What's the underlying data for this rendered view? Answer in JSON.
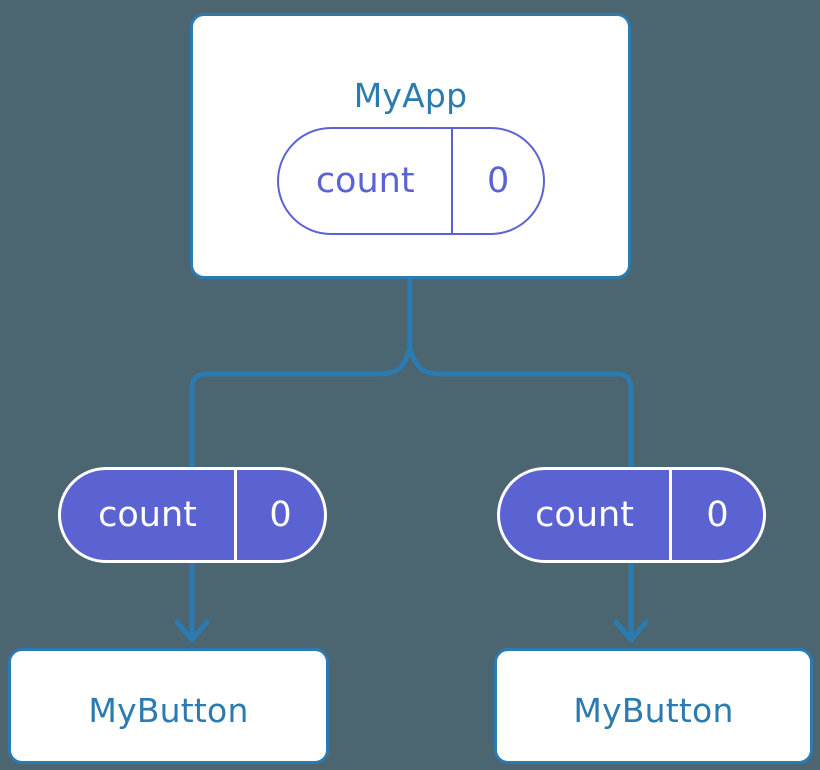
{
  "diagram": {
    "title_hidden": "",
    "background_color": "#4b6571",
    "accent_blue": "#2b7bb0",
    "accent_indigo": "#5b63d3",
    "card_fill": "#ffffff"
  },
  "root_component": {
    "name": "MyApp",
    "state_pill": {
      "key": "count",
      "value": "0"
    }
  },
  "children": [
    {
      "props_pill": {
        "key": "count",
        "value": "0"
      },
      "component": {
        "name": "MyButton"
      }
    },
    {
      "props_pill": {
        "key": "count",
        "value": "0"
      },
      "component": {
        "name": "MyButton"
      }
    }
  ],
  "connectors": {
    "trunk": "vertical-line-from-myapp",
    "branch": "tee-split-to-two-children",
    "arrow_left": "down-arrow-to-mybutton-left",
    "arrow_right": "down-arrow-to-mybutton-right"
  }
}
